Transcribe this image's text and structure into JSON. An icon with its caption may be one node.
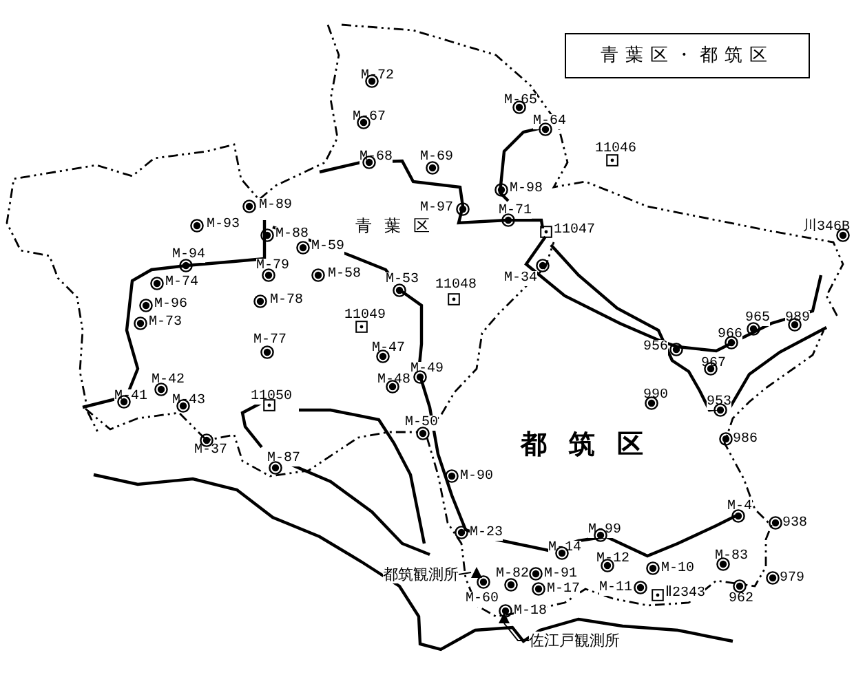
{
  "diagram": {
    "title": "青葉区・都筑区",
    "nodes": [
      {
        "text": [
          "都筑観測所"
        ]
      },
      {
        "text": [],
        "shape": "triangle"
      },
      {
        "text": [
          "佐江戸観測所"
        ]
      },
      {
        "text": [],
        "shape": "triangle"
      }
    ],
    "edges": [
      {
        "from": 0,
        "to": 1,
        "arrow": "none"
      },
      {
        "from": 2,
        "to": 3,
        "arrow": "none"
      }
    ],
    "labels": [
      "M-72",
      "M-67",
      "M-65",
      "M-64",
      "M-68",
      "M-69",
      "11046",
      "M-98",
      "M-89",
      "M-97",
      "M-71",
      "11047",
      "青葉区",
      "M-93",
      "M-88",
      "M-59",
      "M-94",
      "川346B",
      "M-79",
      "M-34",
      "M-58",
      "M-74",
      "M-53",
      "11048",
      "M-78",
      "M-96",
      "M-73",
      "11049",
      "965",
      "989",
      "966",
      "956",
      "M-77",
      "M-47",
      "M-49",
      "967",
      "M-42",
      "M-48",
      "M-41",
      "M-43",
      "11050",
      "990",
      "953",
      "M-50",
      "986",
      "都筑区",
      "M-37",
      "M-87",
      "M-90",
      "M-4",
      "938",
      "M-23",
      "M-99",
      "M-14",
      "M-12",
      "M-83",
      "M-10",
      "M-82",
      "M-91",
      "979",
      "M-60",
      "M-17",
      "M-11",
      "Ⅱ2343",
      "962",
      "M-18"
    ]
  }
}
